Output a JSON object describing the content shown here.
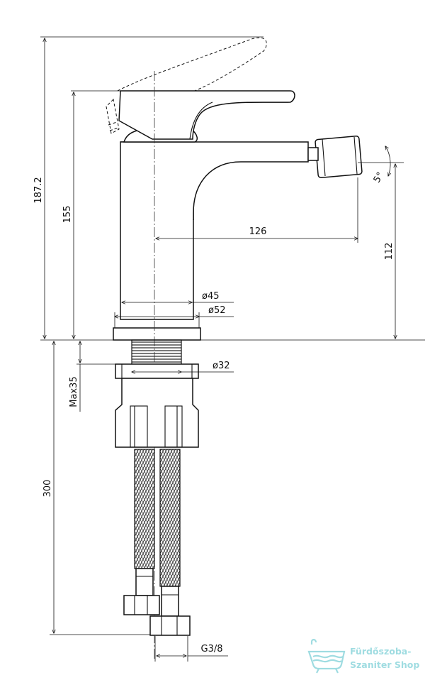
{
  "dimensions": {
    "total_height": "187.2",
    "handle_height": "155",
    "spout_reach": "126",
    "spout_height": "112",
    "angle": "5°",
    "diam_body": "ø45",
    "diam_base": "ø52",
    "diam_nut": "ø32",
    "max_thickness": "Max35",
    "hose_length": "300",
    "thread": "G3/8"
  },
  "watermark": {
    "line1": "Fürdőszoba-",
    "line2": "Szaniter Shop"
  },
  "colors": {
    "line": "#111111",
    "watermark": "#8fd6dc"
  }
}
